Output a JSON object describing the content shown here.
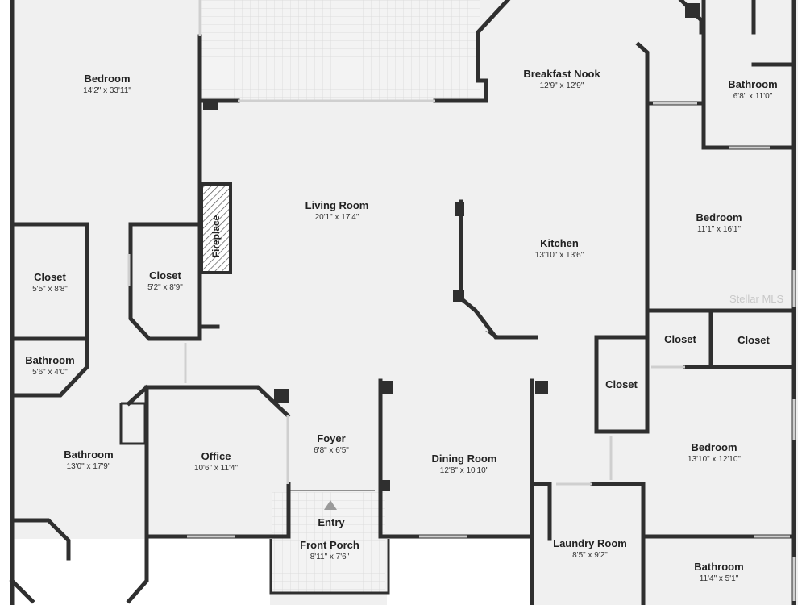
{
  "rooms": [
    {
      "id": "bedroom-nw",
      "name": "Bedroom",
      "dims": "14'2\" x 33'11\""
    },
    {
      "id": "breakfast-nook",
      "name": "Breakfast Nook",
      "dims": "12'9\" x 12'9\""
    },
    {
      "id": "bathroom-ne",
      "name": "Bathroom",
      "dims": "6'8\" x 11'0\""
    },
    {
      "id": "living-room",
      "name": "Living Room",
      "dims": "20'1\" x 17'4\""
    },
    {
      "id": "bedroom-e",
      "name": "Bedroom",
      "dims": "11'1\" x 16'1\""
    },
    {
      "id": "kitchen",
      "name": "Kitchen",
      "dims": "13'10\" x 13'6\""
    },
    {
      "id": "closet-w1",
      "name": "Closet",
      "dims": "5'5\" x 8'8\""
    },
    {
      "id": "closet-w2",
      "name": "Closet",
      "dims": "5'2\" x 8'9\""
    },
    {
      "id": "bathroom-w",
      "name": "Bathroom",
      "dims": "5'6\" x 4'0\""
    },
    {
      "id": "closet-e1",
      "name": "Closet",
      "dims": ""
    },
    {
      "id": "closet-e2",
      "name": "Closet",
      "dims": ""
    },
    {
      "id": "closet-e3",
      "name": "Closet",
      "dims": ""
    },
    {
      "id": "bathroom-sw",
      "name": "Bathroom",
      "dims": "13'0\" x 17'9\""
    },
    {
      "id": "office",
      "name": "Office",
      "dims": "10'6\" x 11'4\""
    },
    {
      "id": "foyer",
      "name": "Foyer",
      "dims": "6'8\" x 6'5\""
    },
    {
      "id": "dining-room",
      "name": "Dining Room",
      "dims": "12'8\" x 10'10\""
    },
    {
      "id": "bedroom-se",
      "name": "Bedroom",
      "dims": "13'10\" x 12'10\""
    },
    {
      "id": "front-porch",
      "name": "Front Porch",
      "dims": "8'11\" x 7'6\""
    },
    {
      "id": "laundry-room",
      "name": "Laundry Room",
      "dims": "8'5\" x 9'2\""
    },
    {
      "id": "bathroom-se2",
      "name": "Bathroom",
      "dims": "11'4\" x 5'1\""
    }
  ],
  "fireplace_label": "Fireplace",
  "entry_label": "Entry",
  "watermark": "Stellar MLS"
}
